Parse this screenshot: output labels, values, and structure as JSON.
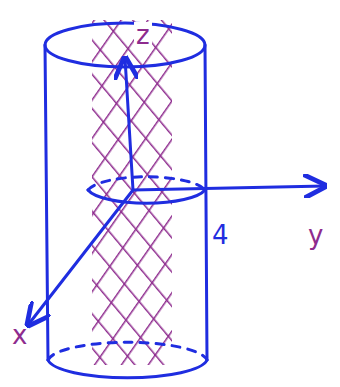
{
  "diagram": {
    "labels": [
      "z",
      "4",
      "y",
      "x"
    ]
  }
}
